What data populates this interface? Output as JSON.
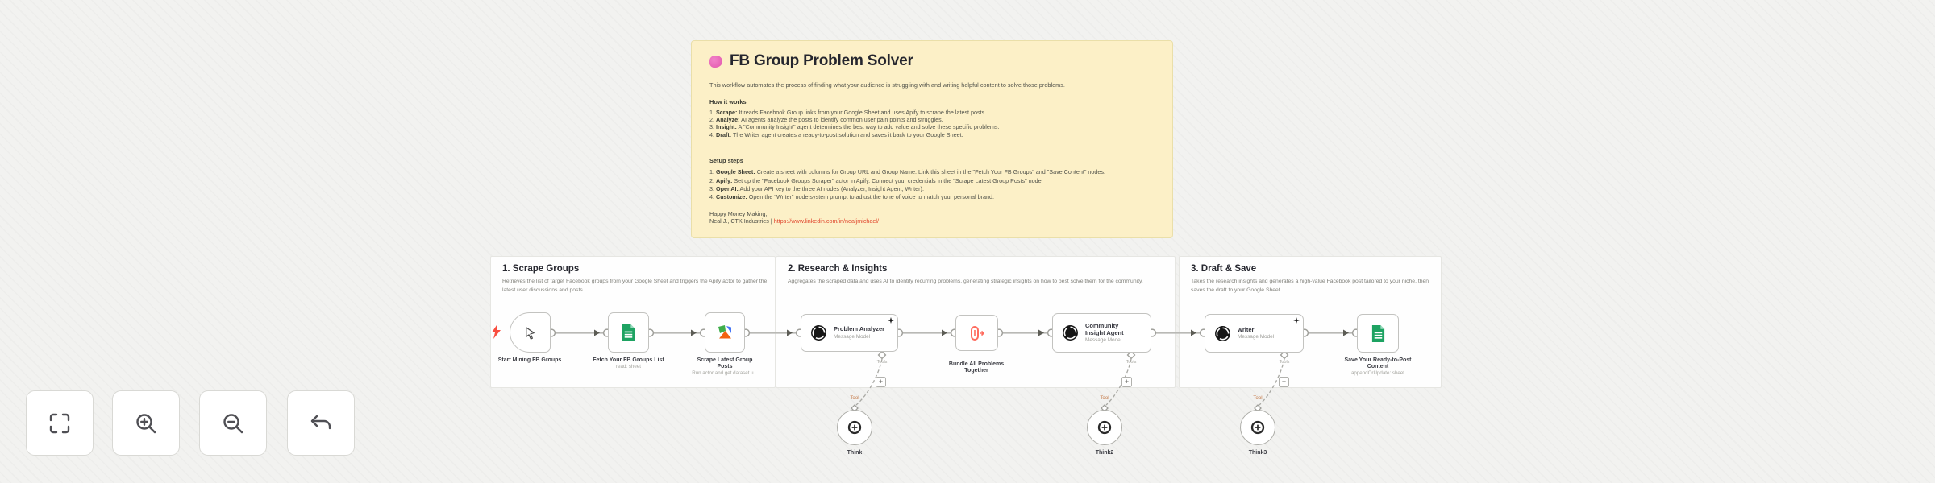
{
  "sticky": {
    "icon": "brain-emoji",
    "title": "FB Group Problem Solver",
    "intro": "This workflow automates the process of finding what your audience is struggling with and writing helpful content to solve those problems.",
    "how_heading": "How it works",
    "how_items": [
      {
        "num": "1.",
        "bold": "Scrape:",
        "text": " It reads Facebook Group links from your Google Sheet and uses Apify to scrape the latest posts."
      },
      {
        "num": "2.",
        "bold": "Analyze:",
        "text": " AI agents analyze the posts to identify common user pain points and struggles."
      },
      {
        "num": "3.",
        "bold": "Insight:",
        "text": " A \"Community Insight\" agent determines the best way to add value and solve these specific problems."
      },
      {
        "num": "4.",
        "bold": "Draft:",
        "text": " The Writer agent creates a ready-to-post solution and saves it back to your Google Sheet."
      }
    ],
    "setup_heading": "Setup steps",
    "setup_items": [
      {
        "num": "1.",
        "bold": "Google Sheet:",
        "text": " Create a sheet with columns for Group URL and Group Name. Link this sheet in the \"Fetch Your FB Groups\" and \"Save Content\" nodes."
      },
      {
        "num": "2.",
        "bold": "Apify:",
        "text": " Set up the \"Facebook Groups Scraper\" actor in Apify. Connect your credentials in the \"Scrape Latest Group Posts\" node."
      },
      {
        "num": "3.",
        "bold": "OpenAI:",
        "text": " Add your API key to the three AI nodes (Analyzer, Insight Agent, Writer)."
      },
      {
        "num": "4.",
        "bold": "Customize:",
        "text": " Open the \"Writer\" node system prompt to adjust the tone of voice to match your personal brand."
      }
    ],
    "signoff_line1": "Happy Money Making,",
    "signoff_name": "Neal J., CTK Industries | ",
    "signoff_link": "https://www.linkedin.com/in/nealjmichael/"
  },
  "sections": [
    {
      "title": "1. Scrape Groups",
      "description": "Retrieves the list of target Facebook groups from your Google Sheet and triggers the Apify actor to gather the latest user discussions and posts."
    },
    {
      "title": "2. Research & Insights",
      "description": "Aggregates the scraped data and uses AI to identify recurring problems, generating strategic insights on how to best solve them for the community."
    },
    {
      "title": "3. Draft & Save",
      "description": "Takes the research insights and generates a high-value Facebook post tailored to your niche, then saves the draft to your Google Sheet."
    }
  ],
  "nodes": {
    "start": {
      "label": "Start Mining FB Groups"
    },
    "fetch": {
      "label": "Fetch Your FB Groups List",
      "subtitle": "read: sheet"
    },
    "scrape": {
      "label": "Scrape Latest Group Posts",
      "subtitle": "Run actor and get dataset u..."
    },
    "analyzer": {
      "title": "Problem Analyzer",
      "subtitle": "Message Model"
    },
    "bundle": {
      "label": "Bundle All Problems Together"
    },
    "community": {
      "title": "Community Insight Agent",
      "subtitle": "Message Model"
    },
    "writer": {
      "title": "writer",
      "subtitle": "Message Model"
    },
    "save": {
      "label": "Save Your Ready-to-Post Content",
      "subtitle": "appendOrUpdate: sheet"
    }
  },
  "tools": {
    "port_label": "Tools",
    "connection_label": "Tool",
    "plus": "+",
    "items": [
      {
        "label": "Think"
      },
      {
        "label": "Think2"
      },
      {
        "label": "Think3"
      }
    ]
  },
  "controls": [
    {
      "icon": "fit-view"
    },
    {
      "icon": "zoom-in"
    },
    {
      "icon": "zoom-out"
    },
    {
      "icon": "undo"
    }
  ],
  "colors": {
    "canvas_bg": "#f2f2f0",
    "sticky_bg": "#fcf0c7",
    "link_red": "#e0452c",
    "sheets_green": "#1ea362",
    "apify_green": "#3fae4a",
    "apify_blue": "#4676f5",
    "apify_orange": "#f2620f",
    "bundle_red": "#ff6b5e",
    "trigger_bolt_red": "#f94d3f",
    "tool_label_orange": "#c57b4b"
  }
}
